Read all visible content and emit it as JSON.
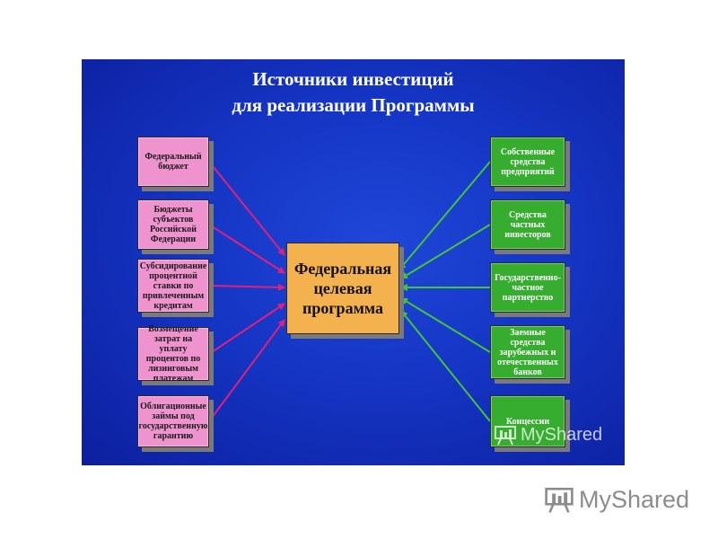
{
  "title": {
    "line1": "Источники инвестиций",
    "line2": "для реализации Программы"
  },
  "center": {
    "label": "Федеральная\nцелевая\nпрограмма"
  },
  "left_sources": [
    {
      "label": "Федеральный\nбюджет"
    },
    {
      "label": "Бюджеты\nсубъектов\nРоссийской\nФедерации"
    },
    {
      "label": "Субсидирование\nпроцентной\nставки по\nпривлеченным\nкредитам"
    },
    {
      "label": "Возмещение\nзатрат на уплату\nпроцентов по\nлизинговым\nплатежам"
    },
    {
      "label": "Облигационные\nзаймы под\nгосударственную\nгарантию"
    }
  ],
  "right_sources": [
    {
      "label": "Собственные\nсредства\nпредприятий"
    },
    {
      "label": "Средства\nчастных\nинвесторов"
    },
    {
      "label": "Государственно-\nчастное\nпартнерство"
    },
    {
      "label": "Заемные средства\nзарубежных и\nотечественных\nбанков"
    },
    {
      "label": "Концессии"
    }
  ],
  "colors": {
    "background": "#1535c4",
    "left_box": "#ef93cf",
    "right_box": "#36ad2f",
    "center_box": "#f4b24e",
    "left_arrow": "#e0207a",
    "right_arrow": "#43c43a"
  },
  "watermark": {
    "text": "MyShared",
    "icon": "myshared-logo-icon"
  }
}
